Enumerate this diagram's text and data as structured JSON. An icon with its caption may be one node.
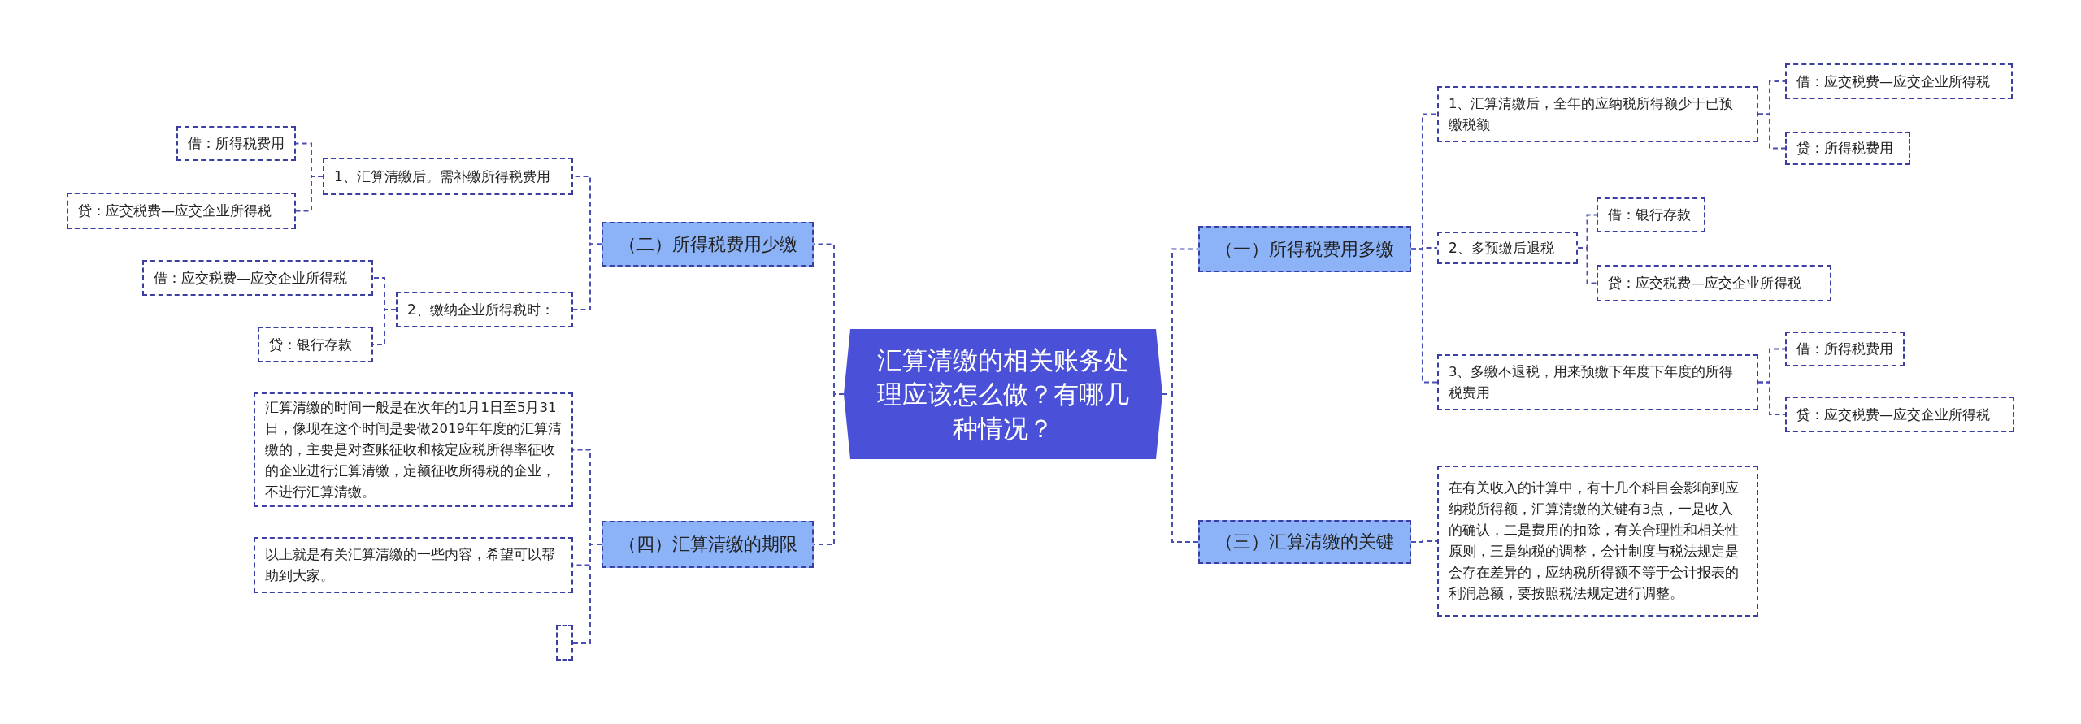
{
  "diagram": {
    "nodes": [
      {
        "text": [
          "汇算清缴的相关账务处理应该怎么做？有哪几种情况？"
        ]
      },
      {
        "text": [
          "（一）所得税费用多缴"
        ]
      },
      {
        "text": [
          "1、汇算清缴后，全年的应纳税所得额少于已预缴税额"
        ]
      },
      {
        "text": [
          "借：应交税费—应交企业所得税"
        ]
      },
      {
        "text": [
          "贷：所得税费用"
        ]
      },
      {
        "text": [
          "2、多预缴后退税"
        ]
      },
      {
        "text": [
          "借：银行存款"
        ]
      },
      {
        "text": [
          "贷：应交税费—应交企业所得税"
        ]
      },
      {
        "text": [
          "3、多缴不退税，用来预缴下年度下年度的所得税费用"
        ]
      },
      {
        "text": [
          "借：所得税费用"
        ]
      },
      {
        "text": [
          "贷：应交税费—应交企业所得税"
        ]
      },
      {
        "text": [
          "（三）汇算清缴的关键"
        ]
      },
      {
        "text": [
          "在有关收入的计算中，有十几个科目会影响到应纳税所得额，汇算清缴的关键有3点，一是收入的确认，二是费用的扣除，有关合理性和相关性原则，三是纳税的调整，会计制度与税法规定是会存在差异的，应纳税所得额不等于会计报表的利润总额，要按照税法规定进行调整。"
        ]
      },
      {
        "text": [
          "（二）所得税费用少缴"
        ]
      },
      {
        "text": [
          "1、汇算清缴后。需补缴所得税费用"
        ]
      },
      {
        "text": [
          "借：所得税费用"
        ]
      },
      {
        "text": [
          "贷：应交税费—应交企业所得税"
        ]
      },
      {
        "text": [
          "2、缴纳企业所得税时："
        ]
      },
      {
        "text": [
          "借：应交税费—应交企业所得税"
        ]
      },
      {
        "text": [
          "贷：银行存款"
        ]
      },
      {
        "text": [
          "（四）汇算清缴的期限"
        ]
      },
      {
        "text": [
          "汇算清缴的时间一般是在次年的1月1日至5月31日，像现在这个时间是要做2019年年度的汇算清缴的，主要是对查账征收和核定应税所得率征收的企业进行汇算清缴，定额征收所得税的企业，不进行汇算清缴。"
        ]
      },
      {
        "text": [
          "以上就是有关汇算清缴的一些内容，希望可以帮助到大家。"
        ]
      },
      {
        "text": [],
        "shape": "box"
      }
    ],
    "edges": [
      {
        "from": 0,
        "to": 1,
        "arrow": "none"
      },
      {
        "from": 1,
        "to": 2,
        "arrow": "none"
      },
      {
        "from": 2,
        "to": 3,
        "arrow": "none"
      },
      {
        "from": 2,
        "to": 4,
        "arrow": "none"
      },
      {
        "from": 1,
        "to": 5,
        "arrow": "none"
      },
      {
        "from": 5,
        "to": 6,
        "arrow": "none"
      },
      {
        "from": 5,
        "to": 7,
        "arrow": "none"
      },
      {
        "from": 1,
        "to": 8,
        "arrow": "none"
      },
      {
        "from": 8,
        "to": 9,
        "arrow": "none"
      },
      {
        "from": 8,
        "to": 10,
        "arrow": "none"
      },
      {
        "from": 0,
        "to": 11,
        "arrow": "none"
      },
      {
        "from": 11,
        "to": 12,
        "arrow": "none"
      },
      {
        "from": 0,
        "to": 13,
        "arrow": "none"
      },
      {
        "from": 13,
        "to": 14,
        "arrow": "none"
      },
      {
        "from": 14,
        "to": 15,
        "arrow": "none"
      },
      {
        "from": 14,
        "to": 16,
        "arrow": "none"
      },
      {
        "from": 13,
        "to": 17,
        "arrow": "none"
      },
      {
        "from": 17,
        "to": 18,
        "arrow": "none"
      },
      {
        "from": 17,
        "to": 19,
        "arrow": "none"
      },
      {
        "from": 0,
        "to": 20,
        "arrow": "none"
      },
      {
        "from": 20,
        "to": 21,
        "arrow": "none"
      },
      {
        "from": 20,
        "to": 22,
        "arrow": "none"
      },
      {
        "from": 20,
        "to": 23,
        "arrow": "none"
      }
    ]
  }
}
